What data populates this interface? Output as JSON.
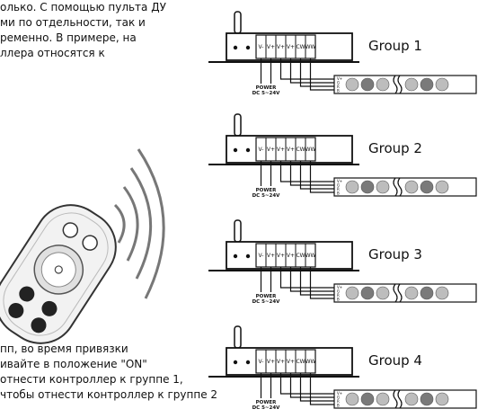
{
  "paragraph_top": [
    "олько. С помощью пульта ДУ",
    "ми по отдельности, так и",
    "ременно. В примере, на",
    "ллера относятся к"
  ],
  "paragraph_bottom": [
    "пп, во время привязки",
    "ивайте в положение \"ON\"",
    "отнести контроллер к группе 1,",
    "чтобы отнести контроллер к группе 2"
  ],
  "power_label": [
    "POWER",
    "DC 5~24V"
  ],
  "terminals": [
    "V-",
    "V+",
    "V+",
    "V+",
    "CW",
    "WW"
  ],
  "strip_labels": [
    "V+",
    "G",
    "R",
    "B"
  ],
  "groups": [
    {
      "label": "Group 1"
    },
    {
      "label": "Group 2"
    },
    {
      "label": "Group 3"
    },
    {
      "label": "Group 4"
    }
  ],
  "colors": {
    "line": "#111111",
    "led_light": "#bdbdbd",
    "led_dark": "#7a7a7a",
    "remote_body": "#f2f2f2",
    "signal_waves": "#777777"
  }
}
